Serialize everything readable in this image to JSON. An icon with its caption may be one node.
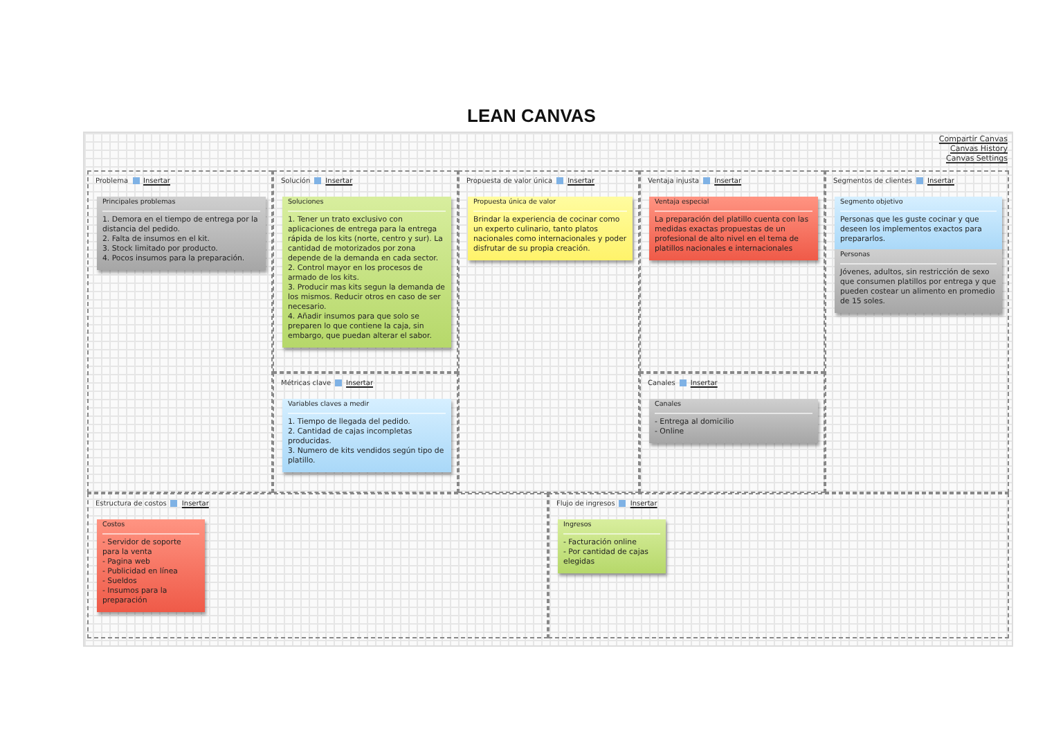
{
  "diagram": {
    "title": "LEAN CANVAS",
    "nodes": [
      {
        "text": [
          "Problema",
          "Insertar"
        ]
      },
      {
        "text": [
          "Principales problemas",
          "1. Demora en el tiempo de entrega por la distancia del pedido.",
          "2. Falta de insumos en el kit.",
          "3. Stock limitado por producto.",
          "4. Pocos insumos para la preparación."
        ],
        "in": 0
      },
      {
        "text": [
          "Solución",
          "Insertar"
        ]
      },
      {
        "text": [
          "Soluciones",
          "1. Tener un trato exclusivo con aplicaciones de entrega para la entrega rápida de los kits (norte, centro y sur). La cantidad de motorizados por zona depende de la demanda en cada sector.",
          "2. Control mayor en los procesos de armado de los kits.",
          "3. Producir mas kits segun la demanda de los mismos. Reducir otros en caso de ser necesario.",
          "4. Añadir insumos para que solo se preparen lo que contiene la caja, sin embargo, que puedan alterar el sabor."
        ],
        "in": 2
      },
      {
        "text": [
          "Propuesta de valor única",
          "Insertar"
        ]
      },
      {
        "text": [
          "Propuesta única de valor",
          "Brindar la experiencia de cocinar como un experto culinario, tanto platos nacionales como internacionales y poder disfrutar de su propia creación."
        ],
        "in": 4
      },
      {
        "text": [
          "Ventaja injusta",
          "Insertar"
        ]
      },
      {
        "text": [
          "Ventaja especial",
          "La preparación del platillo cuenta con las medidas exactas propuestas de un profesional de alto nivel en el tema de platillos nacionales e internacionales"
        ],
        "in": 6
      },
      {
        "text": [
          "Segmentos de clientes",
          "Insertar"
        ]
      },
      {
        "text": [
          "Segmento objetivo",
          "Personas que les guste cocinar y que deseen los implementos exactos para prepararlos."
        ],
        "in": 8
      },
      {
        "text": [
          "Personas",
          "Jóvenes, adultos, sin restricción de sexo que consumen platillos por entrega y que pueden costear un alimento en promedio de 15 soles."
        ],
        "in": 8
      },
      {
        "text": [
          "Métricas clave",
          "Insertar"
        ]
      },
      {
        "text": [
          "Variables claves a medir",
          "1. Tiempo de llegada del pedido.",
          "2. Cantidad de cajas incompletas producidas.",
          "3. Numero de kits vendidos según tipo de platillo."
        ],
        "in": 11
      },
      {
        "text": [
          "Canales",
          "Insertar"
        ]
      },
      {
        "text": [
          "Canales",
          "- Entrega al domicilio",
          "- Online"
        ],
        "in": 13
      },
      {
        "text": [
          "Estructura de costos",
          "Insertar"
        ]
      },
      {
        "text": [
          "Costos",
          "- Servidor de soporte para la venta",
          "- Pagina web",
          "- Publicidad en línea",
          "- Sueldos",
          "- Insumos para la preparación"
        ],
        "in": 15
      },
      {
        "text": [
          "Flujo de ingresos",
          "Insertar"
        ]
      },
      {
        "text": [
          "Ingresos",
          "- Facturación online",
          "- Por cantidad de cajas elegidas"
        ],
        "in": 17
      }
    ],
    "labels": [
      "Compartir Canvas",
      "Canvas History",
      "Canvas Settings"
    ]
  }
}
